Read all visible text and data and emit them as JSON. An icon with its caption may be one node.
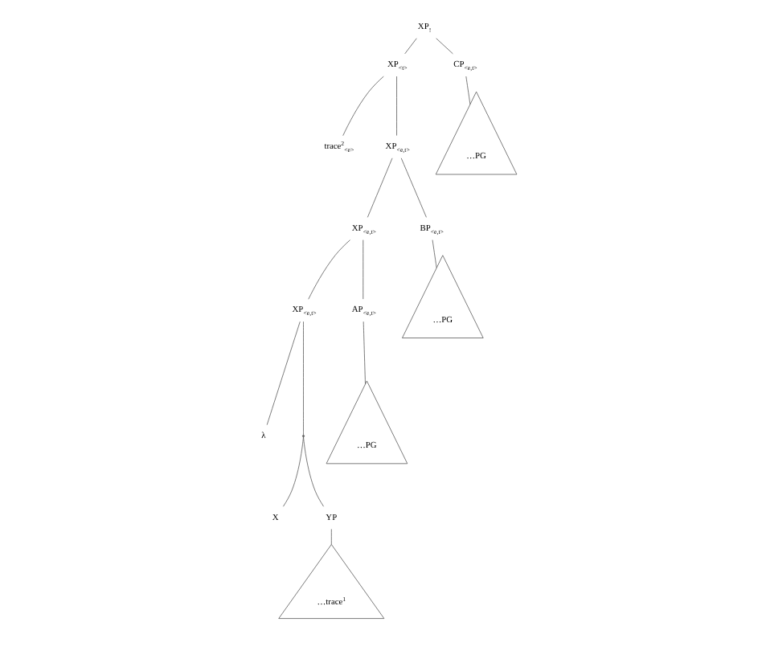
{
  "diagram": {
    "nodes": [
      {
        "text": [
          "XP$_{!}$"
        ]
      },
      {
        "text": [
          "XP$_{<t>}$"
        ]
      },
      {
        "text": [
          "CP$_{<e,t>}$"
        ]
      },
      {
        "text": [
          "…PG"
        ]
      },
      {
        "text": [
          "trace$^{2}$$_{<e>}$"
        ]
      },
      {
        "text": [
          "XP$_{<e,t>}$"
        ]
      },
      {
        "text": [
          "XP$_{<e,t>}$"
        ]
      },
      {
        "text": [
          "BP$_{<e,t>}$"
        ]
      },
      {
        "text": [
          "…PG"
        ]
      },
      {
        "text": [
          "XP$_{<e,t>}$"
        ]
      },
      {
        "text": [
          "AP$_{<e,t>}$"
        ]
      },
      {
        "text": [
          "…PG"
        ]
      },
      {
        "text": [
          "λ"
        ]
      },
      {
        "text": [],
        "shape": "point"
      },
      {
        "text": [
          "X"
        ]
      },
      {
        "text": [
          "YP"
        ]
      },
      {
        "text": [
          "…trace$^{1}$"
        ]
      }
    ],
    "edges": [
      {
        "from": 0,
        "to": 1,
        "arrow": "none"
      },
      {
        "from": 0,
        "to": 2,
        "arrow": "none"
      },
      {
        "from": 2,
        "to": 3,
        "arrow": "none"
      },
      {
        "from": 1,
        "to": 4,
        "arrow": "none"
      },
      {
        "from": 1,
        "to": 5,
        "arrow": "none"
      },
      {
        "from": 5,
        "to": 6,
        "arrow": "none"
      },
      {
        "from": 5,
        "to": 7,
        "arrow": "none"
      },
      {
        "from": 7,
        "to": 8,
        "arrow": "none"
      },
      {
        "from": 6,
        "to": 9,
        "arrow": "none"
      },
      {
        "from": 6,
        "to": 10,
        "arrow": "none"
      },
      {
        "from": 10,
        "to": 11,
        "arrow": "none"
      },
      {
        "from": 9,
        "to": 12,
        "arrow": "none"
      },
      {
        "from": 9,
        "to": 13,
        "arrow": "none"
      },
      {
        "from": 13,
        "to": 14,
        "arrow": "none"
      },
      {
        "from": 13,
        "to": 15,
        "arrow": "none"
      },
      {
        "from": 15,
        "to": 16,
        "arrow": "none"
      }
    ]
  }
}
